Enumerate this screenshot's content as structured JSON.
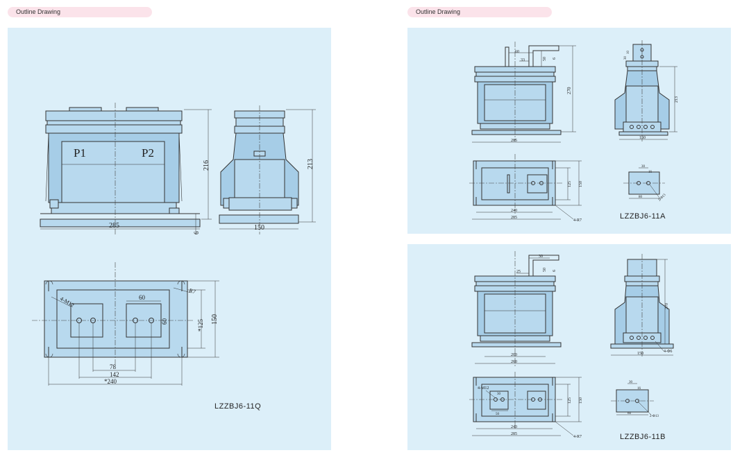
{
  "colors": {
    "tab_bg": "#fbe3ea",
    "panel_bg": "#dceff9",
    "line": "#333333"
  },
  "left_section": {
    "tab_label": "Outline Drawing",
    "model": "LZZBJ6-11Q",
    "labels": {
      "p1": "P1",
      "p2": "P2"
    },
    "front_view": {
      "height": "216",
      "width": "285",
      "base": "6"
    },
    "side_view": {
      "height": "213",
      "width": "150"
    },
    "plan_view": {
      "slot": "R7",
      "holes": "4-M12",
      "pad_w": "60",
      "pad_h": "60",
      "inner_depth": "*125",
      "depth": "150",
      "pitch_a": "78",
      "pitch_b": "142",
      "length": "*240"
    }
  },
  "right_section": {
    "tab_label": "Outline Drawing",
    "model_a": "LZZBJ6-11A",
    "model_b": "LZZBJ6-11B",
    "a": {
      "term_w": "60",
      "term_a": "33",
      "term_h": "50",
      "term_t": "6",
      "height": "270",
      "width": "285",
      "plan_length": "240",
      "plan_total": "285",
      "inner_depth": "125",
      "depth": "150",
      "slots": "4-R7",
      "side_t": "10",
      "side_h": "30",
      "side_height": "213",
      "side_width": "150",
      "det_w": "30",
      "det_a": "16",
      "det_b": "80",
      "det_hole": "2-Φ13"
    },
    "b": {
      "term_w": "30",
      "term_a": "25",
      "term_h": "50",
      "term_t": "6",
      "width_a": "200",
      "width_b": "260",
      "holes": "4-M12",
      "pad_a": "30",
      "pad_b": "50",
      "inner_depth": "125",
      "depth": "150",
      "plan_length": "240",
      "plan_total": "285",
      "slots": "4-R7",
      "side_height": "270",
      "side_width": "150",
      "side_holes": "4-Φ6",
      "det_w": "30",
      "det_a": "16",
      "det_b": "60",
      "det_hole": "2-Φ13"
    }
  }
}
